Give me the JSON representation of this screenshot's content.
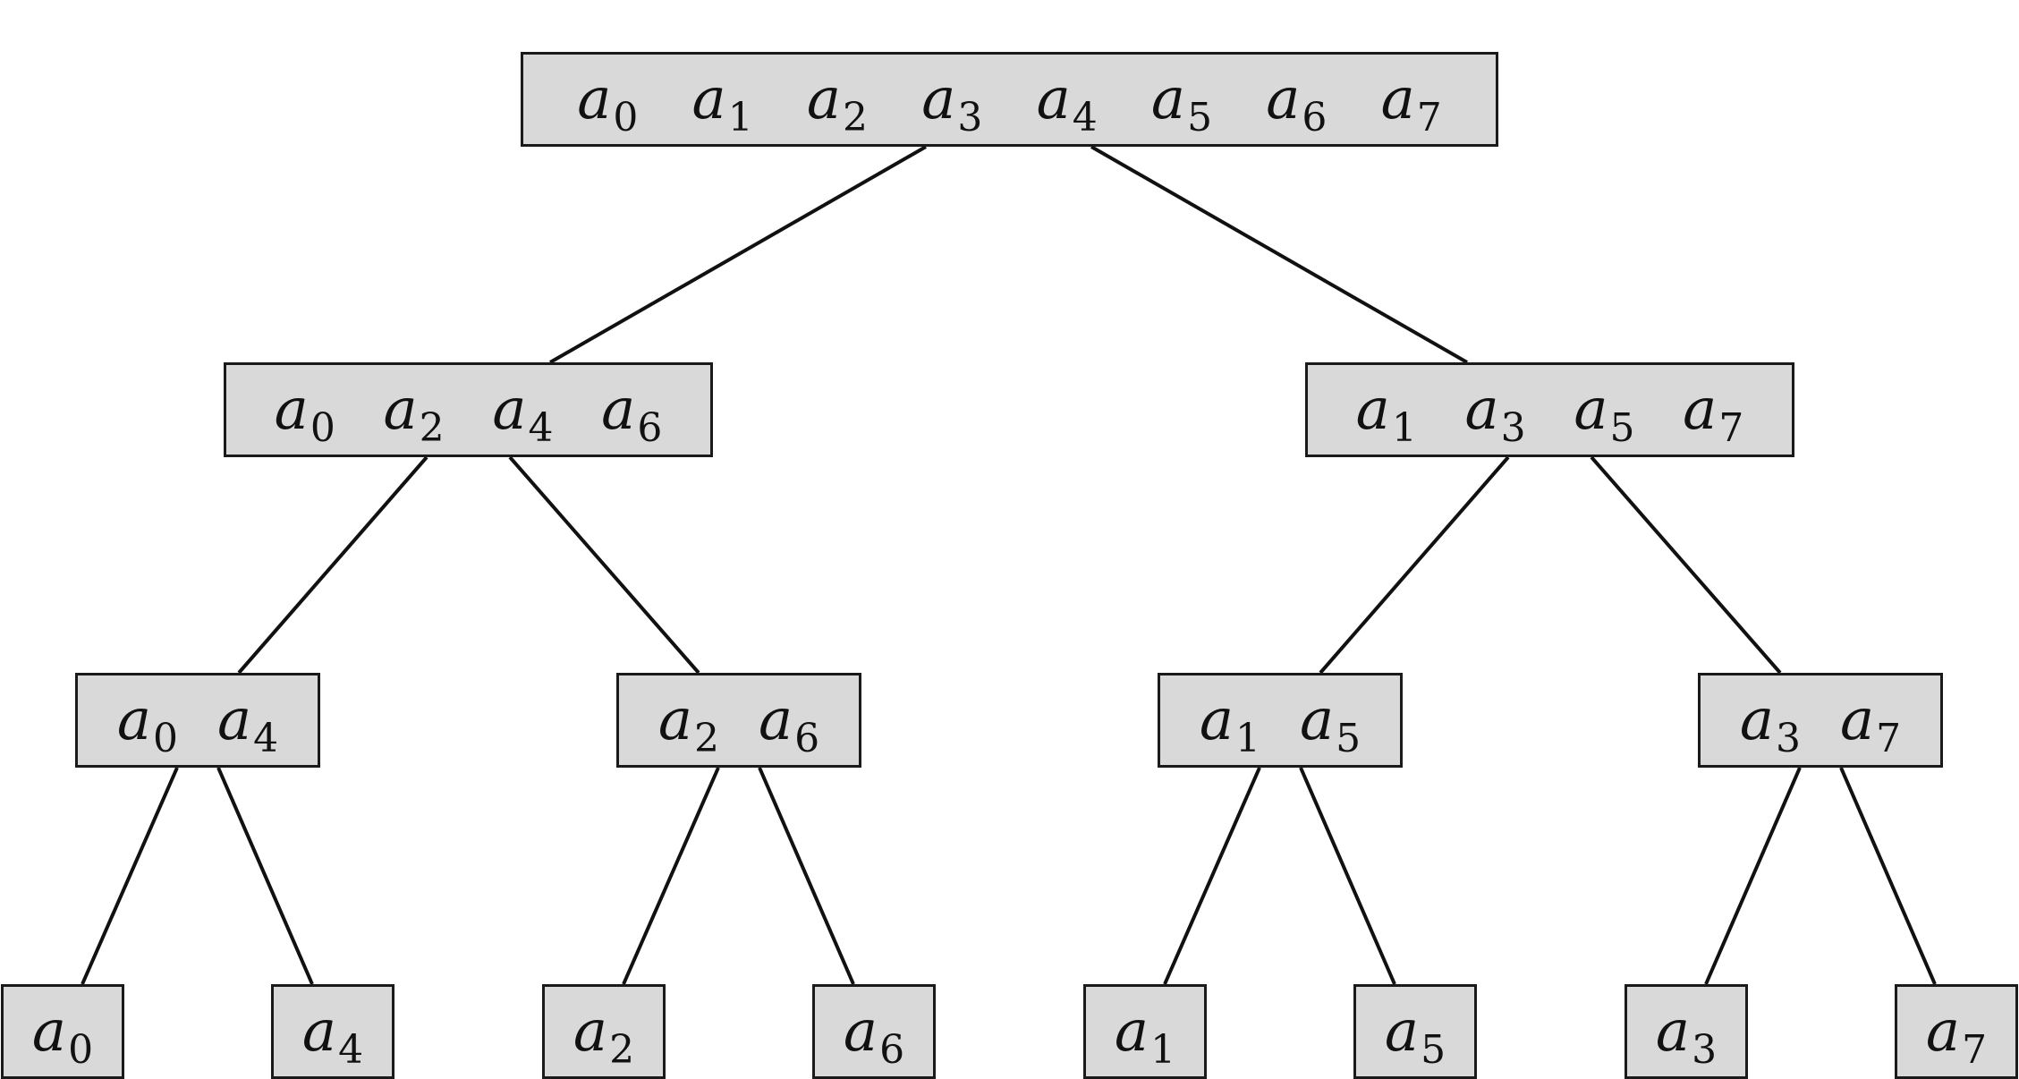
{
  "colors": {
    "node_fill": "#d9d9d9",
    "node_stroke": "#1a1a1a",
    "edge": "#111111"
  },
  "tree": {
    "root": {
      "elements": [
        [
          "a",
          "0"
        ],
        [
          "a",
          "1"
        ],
        [
          "a",
          "2"
        ],
        [
          "a",
          "3"
        ],
        [
          "a",
          "4"
        ],
        [
          "a",
          "5"
        ],
        [
          "a",
          "6"
        ],
        [
          "a",
          "7"
        ]
      ]
    },
    "level1": [
      {
        "elements": [
          [
            "a",
            "0"
          ],
          [
            "a",
            "2"
          ],
          [
            "a",
            "4"
          ],
          [
            "a",
            "6"
          ]
        ]
      },
      {
        "elements": [
          [
            "a",
            "1"
          ],
          [
            "a",
            "3"
          ],
          [
            "a",
            "5"
          ],
          [
            "a",
            "7"
          ]
        ]
      }
    ],
    "level2": [
      {
        "elements": [
          [
            "a",
            "0"
          ],
          [
            "a",
            "4"
          ]
        ]
      },
      {
        "elements": [
          [
            "a",
            "2"
          ],
          [
            "a",
            "6"
          ]
        ]
      },
      {
        "elements": [
          [
            "a",
            "1"
          ],
          [
            "a",
            "5"
          ]
        ]
      },
      {
        "elements": [
          [
            "a",
            "3"
          ],
          [
            "a",
            "7"
          ]
        ]
      }
    ],
    "level3": [
      {
        "elements": [
          [
            "a",
            "0"
          ]
        ]
      },
      {
        "elements": [
          [
            "a",
            "4"
          ]
        ]
      },
      {
        "elements": [
          [
            "a",
            "2"
          ]
        ]
      },
      {
        "elements": [
          [
            "a",
            "6"
          ]
        ]
      },
      {
        "elements": [
          [
            "a",
            "1"
          ]
        ]
      },
      {
        "elements": [
          [
            "a",
            "5"
          ]
        ]
      },
      {
        "elements": [
          [
            "a",
            "3"
          ]
        ]
      },
      {
        "elements": [
          [
            "a",
            "7"
          ]
        ]
      }
    ]
  }
}
